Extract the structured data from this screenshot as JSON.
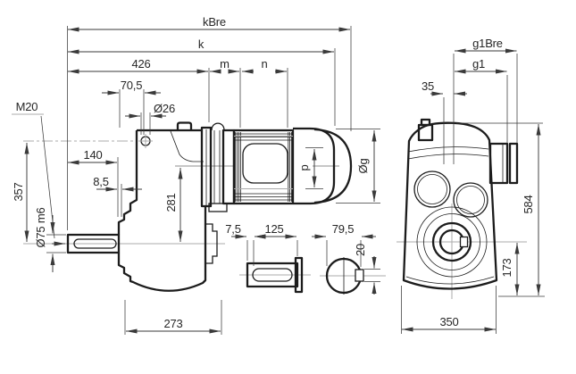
{
  "colors": {
    "outline": "#1c1c1c",
    "dimension": "#3a3a3a",
    "centerline": "#ababab",
    "background": "#ffffff"
  },
  "side": {
    "labels": {
      "kbre": "kBre",
      "k": "k",
      "len426": "426",
      "m": "m",
      "n": "n",
      "len70_5": "70,5",
      "dia26": "Ø26",
      "thread": "M20",
      "len140": "140",
      "len8_5": "8,5",
      "len357": "357",
      "shaft_dia": "Ø75 m6",
      "len281": "281",
      "p": "p",
      "dia_g": "Øg",
      "len273": "273"
    }
  },
  "details": {
    "labels": {
      "len7_5": "7,5",
      "len125": "125",
      "len79_5": "79,5",
      "len20": "20"
    }
  },
  "front": {
    "labels": {
      "g1bre": "g1Bre",
      "g1": "g1",
      "len35": "35",
      "len584": "584",
      "len173": "173",
      "len350": "350"
    }
  }
}
